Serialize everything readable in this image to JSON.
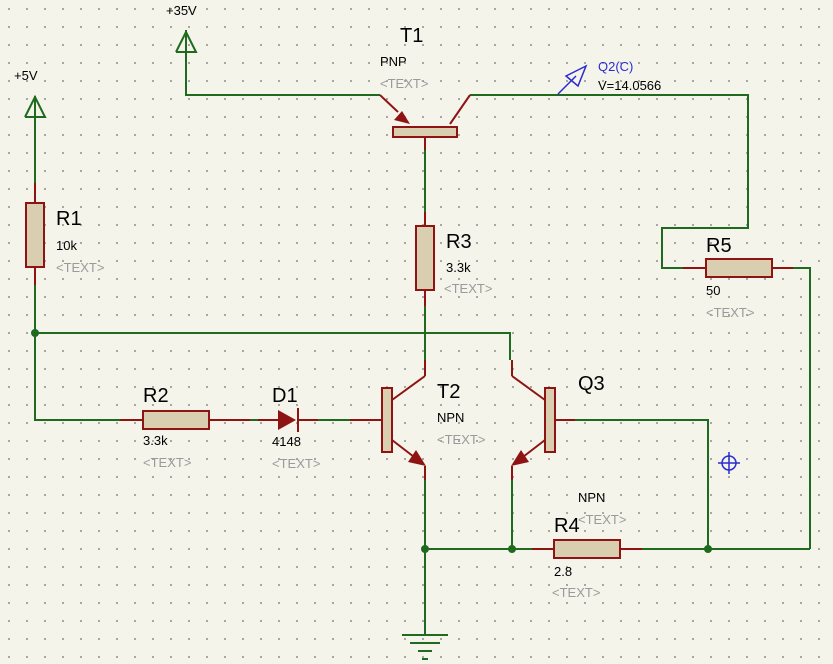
{
  "power": {
    "v35": "+35V",
    "v5": "+5V"
  },
  "components": {
    "t1": {
      "ref": "T1",
      "type": "PNP",
      "text": "<TEXT>"
    },
    "t2": {
      "ref": "T2",
      "type": "NPN",
      "text": "<TEXT>"
    },
    "q3": {
      "ref": "Q3",
      "type": "NPN",
      "text": "<TEXT>"
    },
    "r1": {
      "ref": "R1",
      "value": "10k",
      "text": "<TEXT>"
    },
    "r2": {
      "ref": "R2",
      "value": "3.3k",
      "text": "<TEXT>"
    },
    "r3": {
      "ref": "R3",
      "value": "3.3k",
      "text": "<TEXT>"
    },
    "r4": {
      "ref": "R4",
      "value": "2.8",
      "text": "<TEXT>"
    },
    "r5": {
      "ref": "R5",
      "value": "50",
      "text": "<TEXT>"
    },
    "d1": {
      "ref": "D1",
      "value": "4148",
      "text": "<TEXT>"
    }
  },
  "probe": {
    "label": "Q2(C)",
    "reading": "V=14.0566"
  },
  "colors": {
    "wire": "#1f6a1f",
    "component": "#8e1414",
    "body_fill": "#d9cfb0",
    "probe": "#2b2bd0",
    "background": "#f4f4ea"
  }
}
